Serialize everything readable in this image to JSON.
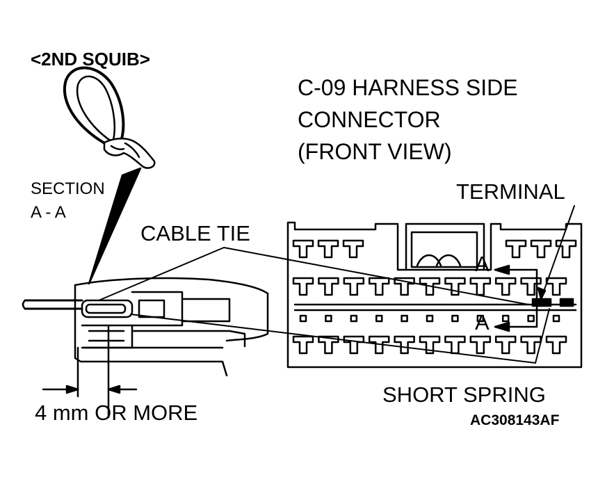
{
  "labels": {
    "second_squib": "<2ND SQUIB>",
    "connector_line1": "C-09 HARNESS SIDE",
    "connector_line2": "CONNECTOR",
    "connector_line3": "(FRONT VIEW)",
    "terminal": "TERMINAL",
    "section_line1": "SECTION",
    "section_line2": "A - A",
    "cable_tie": "CABLE TIE",
    "section_mark_upper": "A",
    "section_mark_lower": "A",
    "short_spring": "SHORT SPRING",
    "dimension": "4 mm OR MORE",
    "figure_code": "AC308143AF"
  }
}
